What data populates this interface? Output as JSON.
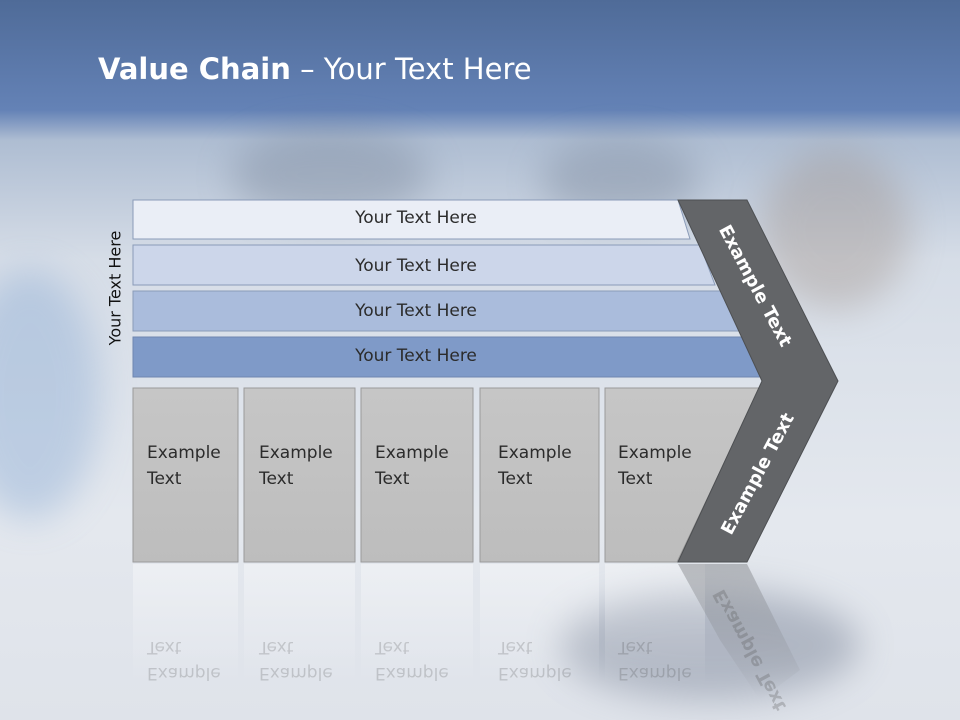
{
  "slide": {
    "title_bold": "Value Chain",
    "title_rest": " – Your Text Here",
    "side_label": "Your Text Here"
  },
  "bars": [
    {
      "label": "Your Text Here",
      "color": "#eaeef6"
    },
    {
      "label": "Your Text Here",
      "color": "#ccd6ea"
    },
    {
      "label": "Your Text Here",
      "color": "#aabcdc"
    },
    {
      "label": "Your Text Here",
      "color": "#7f9ac8"
    }
  ],
  "boxes": [
    {
      "line1": "Example",
      "line2": "Text"
    },
    {
      "line1": "Example",
      "line2": "Text"
    },
    {
      "line1": "Example",
      "line2": "Text"
    },
    {
      "line1": "Example",
      "line2": "Text"
    },
    {
      "line1": "Example",
      "line2": "Text"
    }
  ],
  "arrow": {
    "upper_text": "Example Text",
    "lower_text": "Example Text",
    "color": "#636568"
  }
}
